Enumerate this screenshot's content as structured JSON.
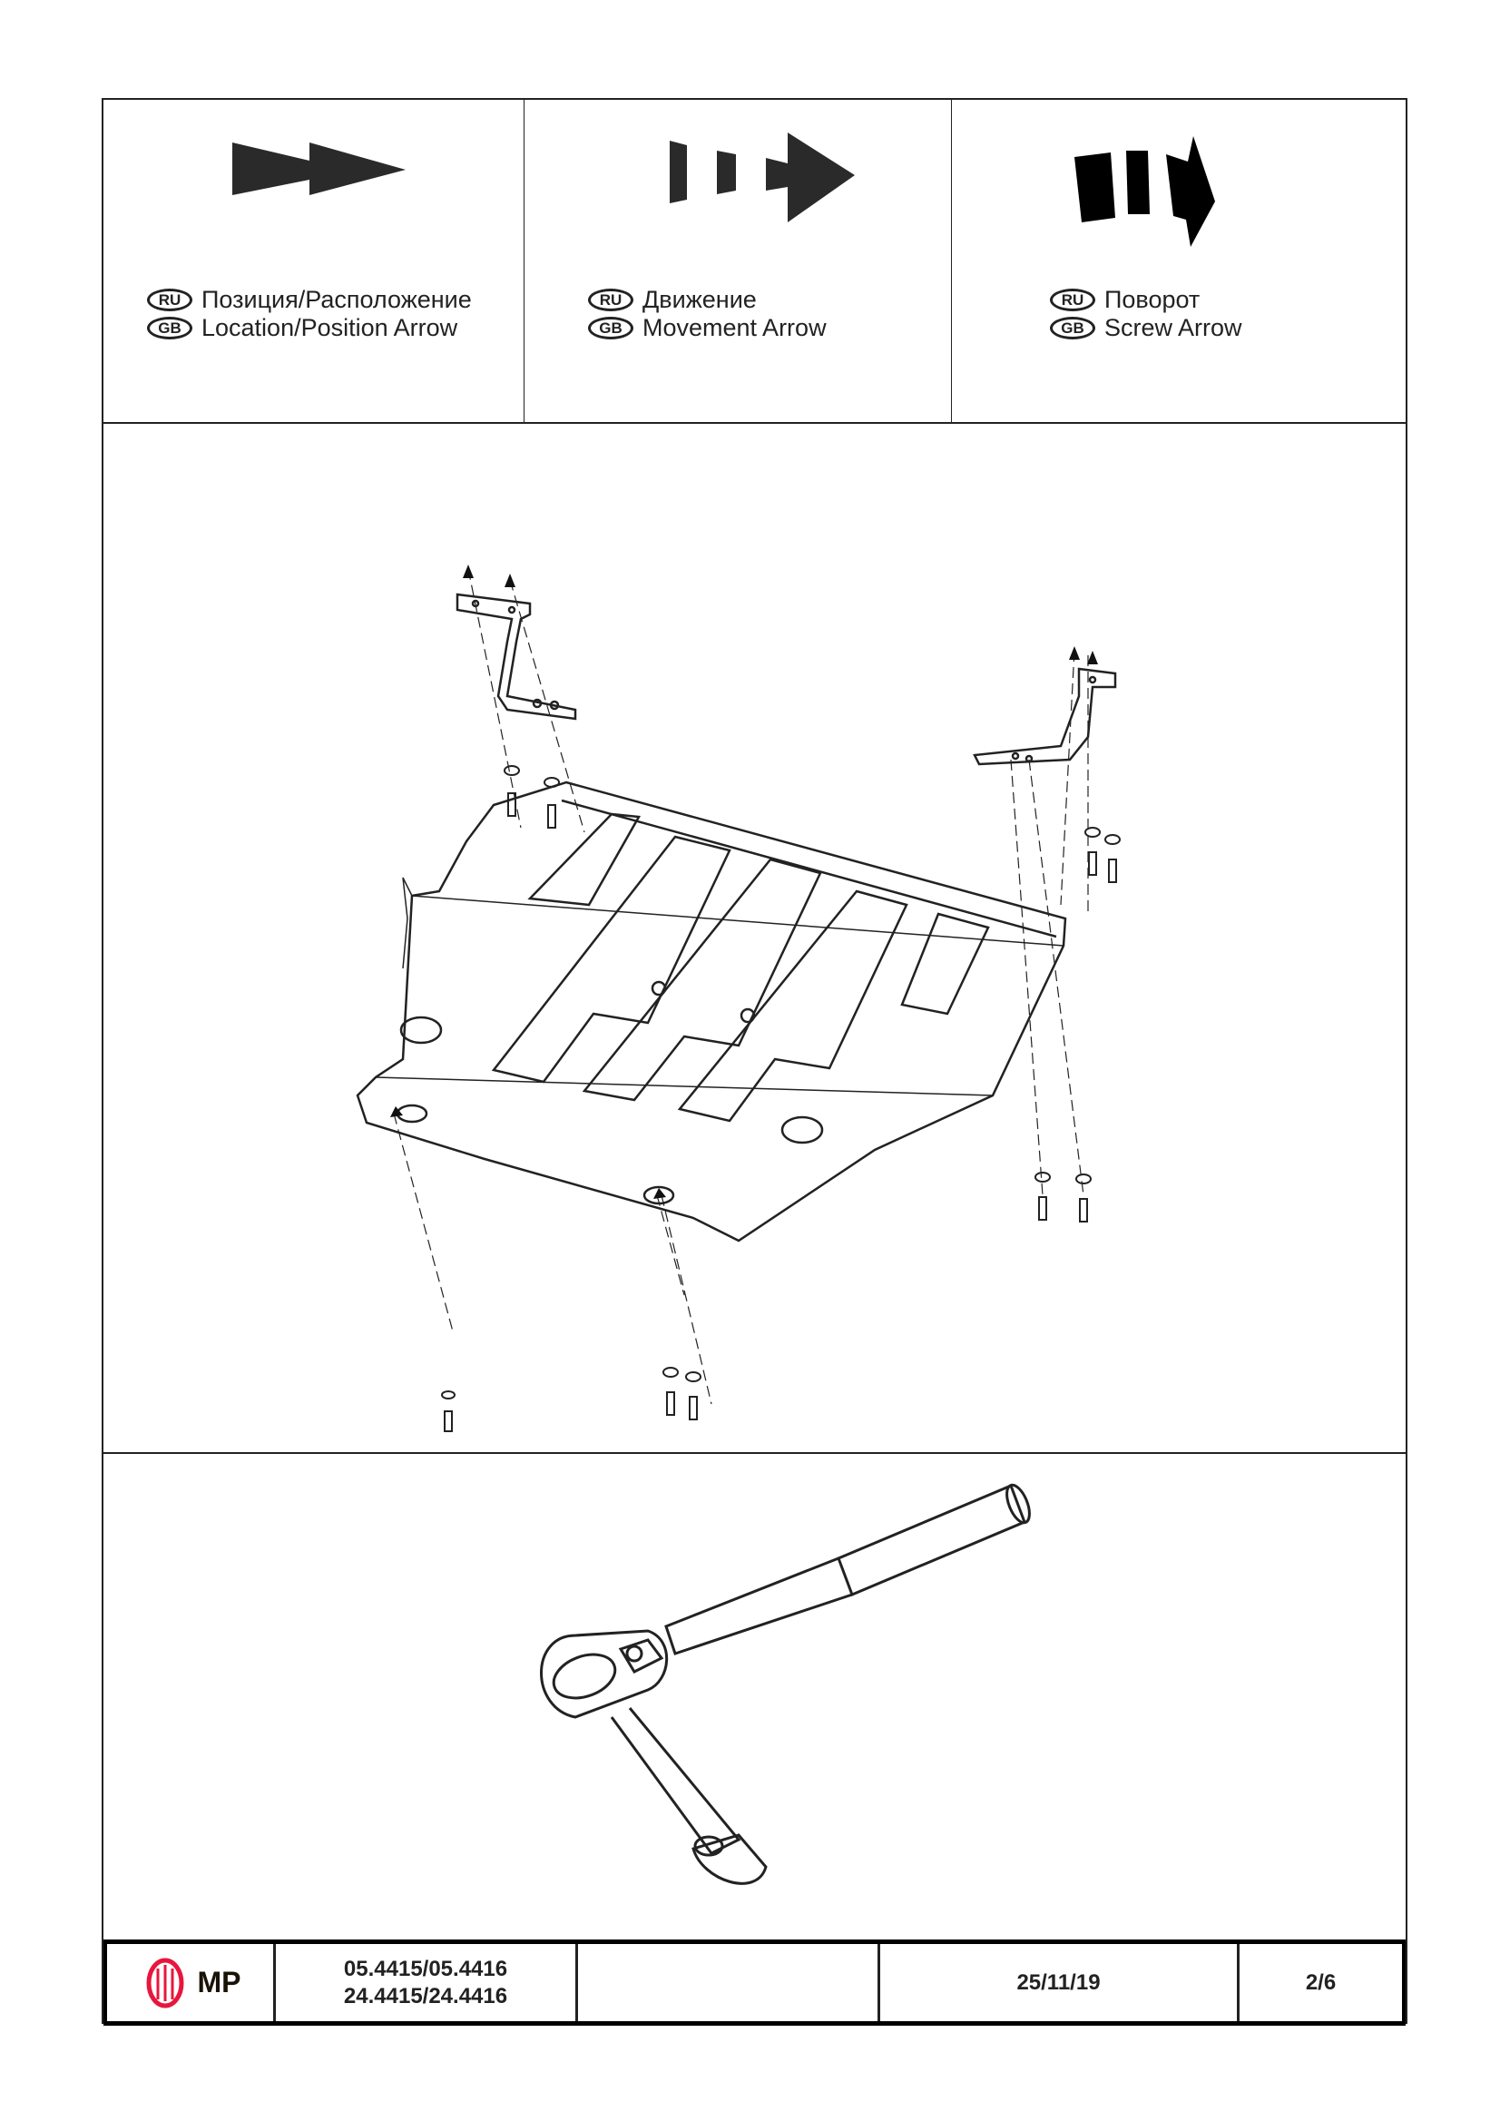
{
  "legend": [
    {
      "icon": "location-arrow-icon",
      "ru_badge": "RU",
      "gb_badge": "GB",
      "ru": "Позиция/Расположение",
      "gb": "Location/Position Arrow"
    },
    {
      "icon": "movement-arrow-icon",
      "ru_badge": "RU",
      "gb_badge": "GB",
      "ru": "Движение",
      "gb": "Movement Arrow"
    },
    {
      "icon": "screw-arrow-icon",
      "ru_badge": "RU",
      "gb_badge": "GB",
      "ru": "Поворот",
      "gb": "Screw Arrow"
    }
  ],
  "footer": {
    "logo_text": "MP",
    "part_numbers_line1": "05.4415/05.4416",
    "part_numbers_line2": "24.4415/24.4416",
    "blank": "",
    "date": "25/11/19",
    "page": "2/6"
  },
  "colors": {
    "ink": "#222222",
    "logo_red": "#e8163c"
  }
}
